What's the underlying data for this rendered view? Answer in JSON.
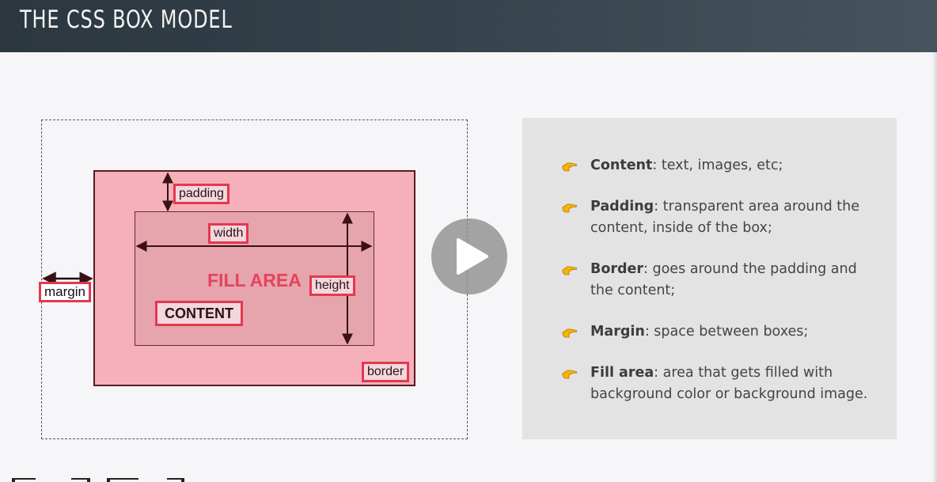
{
  "header": {
    "title": "THE CSS BOX MODEL"
  },
  "diagram": {
    "labels": {
      "padding": "padding",
      "width": "width",
      "height": "height",
      "margin": "margin",
      "border": "border",
      "fill_area": "FILL AREA",
      "content": "CONTENT"
    },
    "colors": {
      "border_fill": "#f5b0bb",
      "content_fill": "#e6a4ad",
      "border_line": "#5c1a23",
      "tag_outline": "#e2394f",
      "fill_label": "#e5435a"
    }
  },
  "play_button": {
    "icon": "play-icon"
  },
  "info": {
    "bullet_icon": "pointing-hand-icon",
    "items": [
      {
        "term": "Content",
        "desc": ": text, images, etc;"
      },
      {
        "term": "Padding",
        "desc": ": transparent area around the content, inside of the box;"
      },
      {
        "term": "Border",
        "desc": ": goes around the padding and the content;"
      },
      {
        "term": "Margin",
        "desc": ": space between boxes;"
      },
      {
        "term": "Fill area",
        "desc": ": area that gets filled with background color or background image."
      }
    ]
  }
}
